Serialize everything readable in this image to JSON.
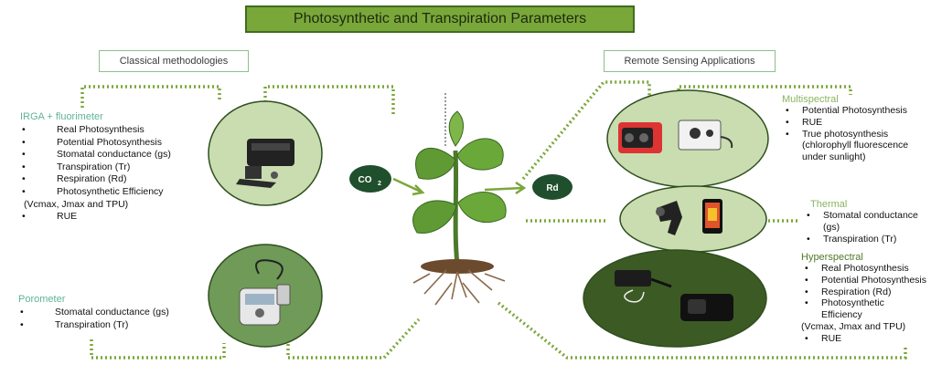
{
  "title": "Photosynthetic and Transpiration Parameters",
  "classical": {
    "label": "Classical methodologies",
    "irga": {
      "title": "IRGA + fluorimeter",
      "items": [
        "Real Photosynthesis",
        "Potential Photosynthesis",
        "Stomatal conductance (gs)",
        "Transpiration (Tr)",
        "Respiration (Rd)",
        "Photosynthetic Efficiency"
      ],
      "note": "(Vcmax, Jmax and TPU)",
      "extra": "RUE"
    },
    "porometer": {
      "title": "Porometer",
      "items": [
        "Stomatal conductance (gs)",
        "Transpiration (Tr)"
      ]
    }
  },
  "remote": {
    "label": "Remote Sensing Applications",
    "multispectral": {
      "title": "Multispectral",
      "items": [
        "Potential Photosynthesis",
        "RUE",
        "True photosynthesis (chlorophyll fluorescence under sunlight)"
      ]
    },
    "thermal": {
      "title": "Thermal",
      "items": [
        "Stomatal conductance (gs)",
        "Transpiration (Tr)"
      ]
    },
    "hyperspectral": {
      "title": "Hyperspectral",
      "items": [
        "Real Photosynthesis",
        "Potential Photosynthesis",
        "Respiration (Rd)",
        "Photosynthetic Efficiency"
      ],
      "note": "(Vcmax, Jmax and TPU)",
      "extra": "RUE"
    }
  },
  "flows": {
    "co2": "CO",
    "co2_sub": "2",
    "rd": "Rd"
  },
  "colors": {
    "dotted": "#7aa73a",
    "title_fill": "#7aa73a",
    "circle_light": "#c9ddb0",
    "circle_mid": "#6f9a57",
    "circle_dark": "#3c5a24",
    "badge": "#1f4f2c",
    "heading_teal": "#5fb39a",
    "heading_green": "#8ab45f"
  },
  "icons": [
    "irga-device-icon",
    "porometer-device-icon",
    "multispectral-camera-icon",
    "thermal-camera-icon",
    "hyperspectral-camera-icon",
    "plant-icon"
  ]
}
